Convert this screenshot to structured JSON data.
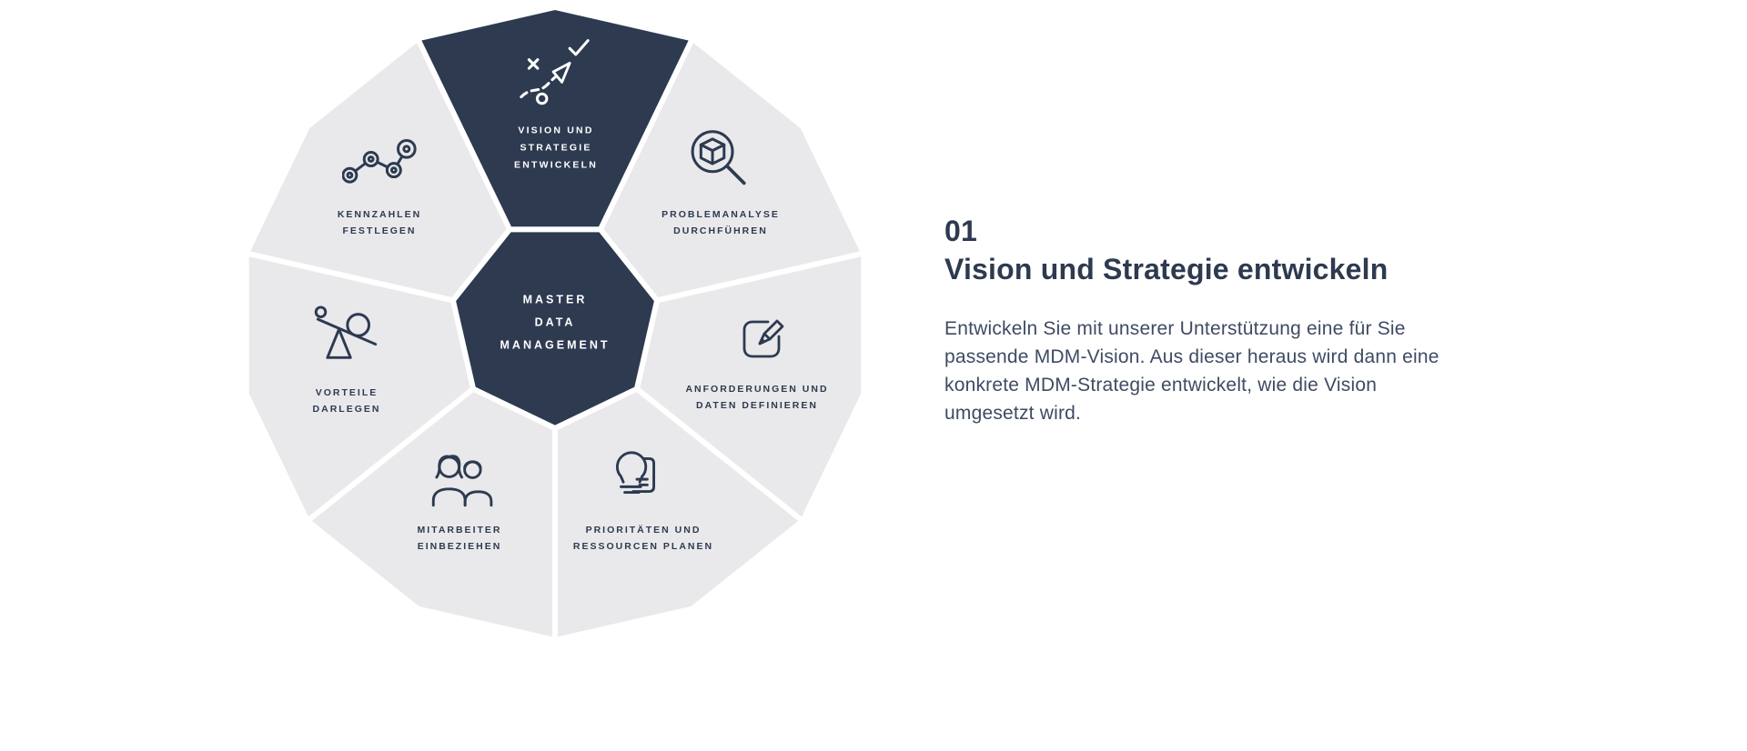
{
  "colors": {
    "navy": "#2d3a50",
    "segment_gray": "#e9e9eb",
    "page_bg": "#ffffff",
    "body_text": "#3f4b63"
  },
  "diagram": {
    "hub": {
      "label_lines": [
        "MASTER",
        "DATA",
        "MANAGEMENT"
      ]
    },
    "segments": [
      {
        "id": "vision",
        "icon": "strategy-icon",
        "active": true,
        "label_lines": [
          "VISION UND",
          "STRATEGIE",
          "ENTWICKELN"
        ]
      },
      {
        "id": "kennzahlen",
        "icon": "chart-nodes-icon",
        "active": false,
        "label_lines": [
          "KENNZAHLEN",
          "FESTLEGEN"
        ]
      },
      {
        "id": "problemanalyse",
        "icon": "magnifier-cube-icon",
        "active": false,
        "label_lines": [
          "PROBLEMANALYSE",
          "DURCHFÜHREN"
        ]
      },
      {
        "id": "vorteile",
        "icon": "balance-icon",
        "active": false,
        "label_lines": [
          "VORTEILE",
          "DARLEGEN"
        ]
      },
      {
        "id": "anforderungen",
        "icon": "edit-note-icon",
        "active": false,
        "label_lines": [
          "ANFORDERUNGEN UND",
          "DATEN DEFINIEREN"
        ]
      },
      {
        "id": "mitarbeiter",
        "icon": "people-icon",
        "active": false,
        "label_lines": [
          "MITARBEITER",
          "EINBEZIEHEN"
        ]
      },
      {
        "id": "prioritaeten",
        "icon": "bulb-notes-icon",
        "active": false,
        "label_lines": [
          "PRIORITÄTEN UND",
          "RESSOURCEN PLANEN"
        ]
      }
    ]
  },
  "detail": {
    "number": "01",
    "title": "Vision und Strategie entwickeln",
    "body": "Entwickeln Sie mit unserer Unterstützung eine für Sie passende MDM-Vision. Aus dieser heraus wird dann eine konkrete MDM-Strategie entwickelt, wie die Vision umgesetzt wird."
  }
}
